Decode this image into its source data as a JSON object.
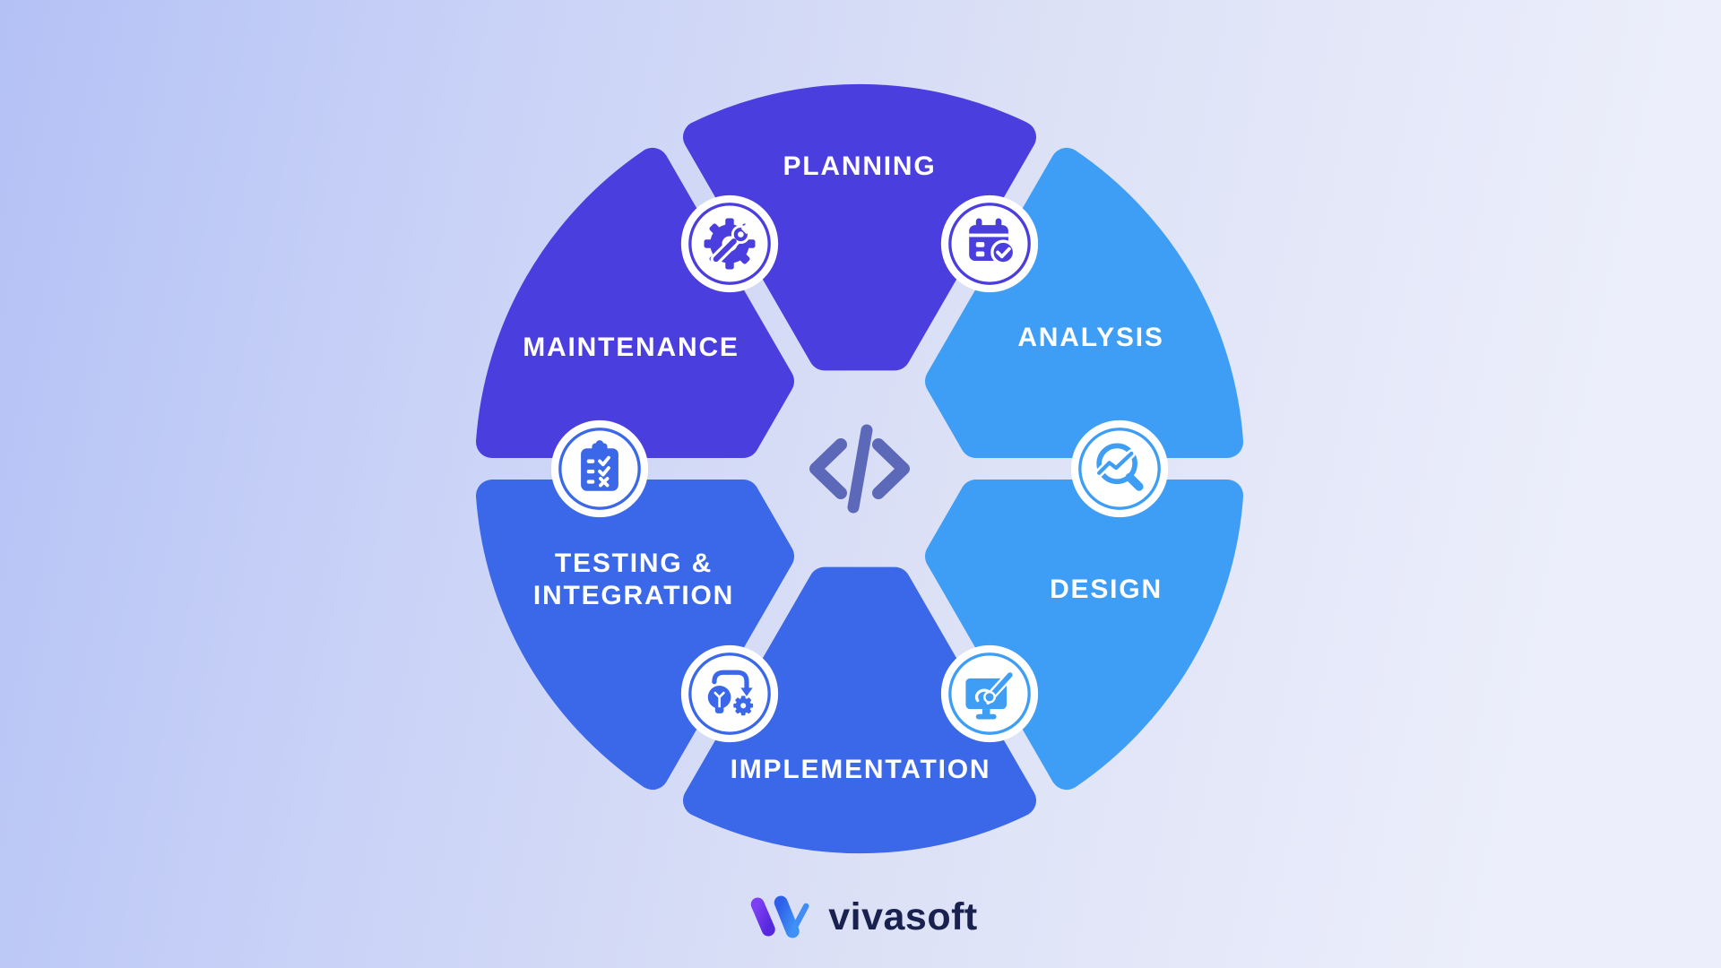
{
  "diagram": {
    "title_implied": "Software Development Lifecycle",
    "label_color": "#ffffff",
    "center_icon": {
      "name": "code-icon",
      "color": "#5c69b9"
    },
    "segments": [
      {
        "id": "planning",
        "label": "PLANNING",
        "color": "#4b3ede"
      },
      {
        "id": "analysis",
        "label": "ANALYSIS",
        "color": "#3e9df4"
      },
      {
        "id": "design",
        "label": "DESIGN",
        "color": "#3e9df4"
      },
      {
        "id": "implementation",
        "label": "IMPLEMENTATION",
        "color": "#3b67e9"
      },
      {
        "id": "testing",
        "label": "TESTING &\nINTEGRATION",
        "color": "#3b67e9"
      },
      {
        "id": "maintenance",
        "label": "MAINTENANCE",
        "color": "#4b3ede"
      }
    ],
    "icons": [
      {
        "name": "gear-wrench-icon",
        "color": "#4b3ede"
      },
      {
        "name": "calendar-check-icon",
        "color": "#4b3ede"
      },
      {
        "name": "analytics-magnifier-icon",
        "color": "#3e9df4"
      },
      {
        "name": "monitor-brush-icon",
        "color": "#3e9df4"
      },
      {
        "name": "idea-process-icon",
        "color": "#3b67e9"
      },
      {
        "name": "checklist-clipboard-icon",
        "color": "#3b67e9"
      }
    ]
  },
  "footer": {
    "brand": "vivasoft",
    "brand_text_color": "#19224e",
    "logo_purple_start": "#7d3ff2",
    "logo_purple_end": "#5527dd",
    "logo_blue_start": "#2e5fe9",
    "logo_blue_end": "#3f92f5"
  },
  "background": {
    "gradient_start": "#b4c1f5",
    "gradient_end": "#eceefb"
  }
}
